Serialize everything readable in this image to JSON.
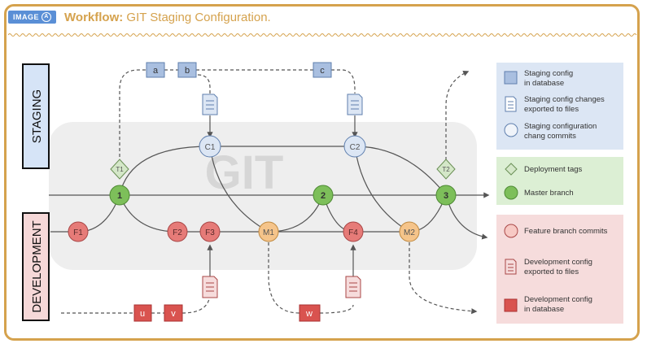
{
  "header": {
    "badge": "IMAGE",
    "badge_letter": "A",
    "title_lead": "Workflow:",
    "title_rest": " GIT Staging Configuration."
  },
  "diagram": {
    "watermark": "GIT",
    "side_labels": {
      "staging": "STAGING",
      "development": "DEVELOPMENT"
    },
    "staging_db": [
      "a",
      "b",
      "c"
    ],
    "dev_db": [
      "u",
      "v",
      "w"
    ],
    "tags": [
      "T1",
      "T2"
    ],
    "master_commits": [
      "1",
      "2",
      "3"
    ],
    "staging_commits": [
      "C1",
      "C2"
    ],
    "feature_commits": [
      "F1",
      "F2",
      "F3",
      "F4"
    ],
    "merge_commits": [
      "M1",
      "M2"
    ]
  },
  "legend": [
    {
      "group": "staging",
      "icon": "square-blue",
      "line1": "Staging config",
      "line2": "in database"
    },
    {
      "group": "staging",
      "icon": "file-blue",
      "line1": "Staging config changes",
      "line2": "exported to files"
    },
    {
      "group": "staging",
      "icon": "circle-blue",
      "line1": "Staging configuration",
      "line2": "chang commits"
    },
    {
      "group": "master",
      "icon": "diamond-green",
      "line1": "Deployment tags",
      "line2": ""
    },
    {
      "group": "master",
      "icon": "circle-green",
      "line1": "Master branch",
      "line2": ""
    },
    {
      "group": "dev",
      "icon": "circle-pink",
      "line1": "Feature branch commits",
      "line2": ""
    },
    {
      "group": "dev",
      "icon": "file-pink",
      "line1": "Development config",
      "line2": "exported to files"
    },
    {
      "group": "dev",
      "icon": "square-red",
      "line1": "Development config",
      "line2": "in database"
    }
  ],
  "colors": {
    "accent": "#d5a24d",
    "staging_fill": "#a9bfe0",
    "staging_stroke": "#5f7fae",
    "master_fill": "#7dbf5a",
    "master_stroke": "#4e8a34",
    "feature_fill": "#e67b78",
    "feature_stroke": "#a94646",
    "merge_fill": "#f5c48a",
    "merge_stroke": "#c08a40",
    "dev_db_fill": "#d9534f",
    "staging_bg": "#dce6f4",
    "master_bg": "#dcefd4",
    "dev_bg": "#f6dcdc",
    "git_band": "#eeeeee"
  }
}
